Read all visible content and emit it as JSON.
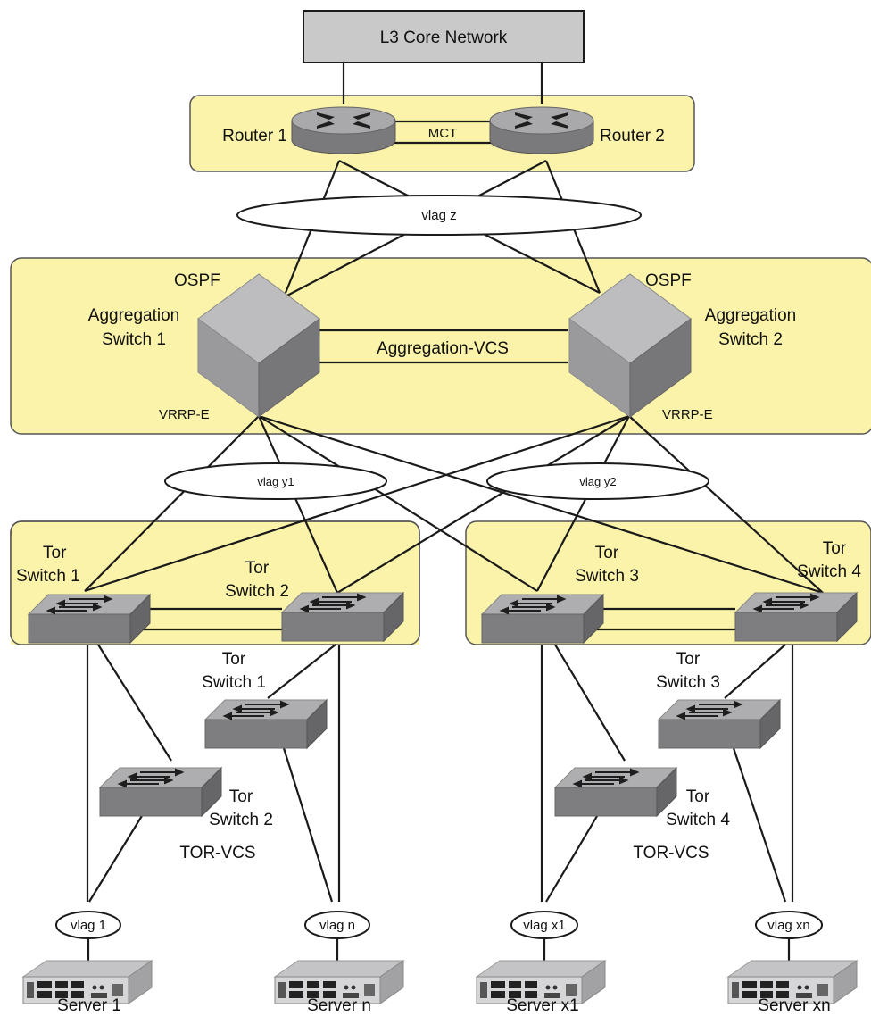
{
  "colors": {
    "zone_fill": "#faf3a9",
    "core_fill": "#c9c9c9",
    "device_dark": "#6f6f71",
    "device_mid": "#9b9b9d",
    "device_light": "#b9b9bb",
    "line": "#1a1a1a"
  },
  "core": {
    "label": "L3 Core Network"
  },
  "routers": {
    "r1_label": "Router 1",
    "r2_label": "Router 2",
    "mct_label": "MCT",
    "icon": "router-icon"
  },
  "vlags": {
    "z": "vlag z",
    "y1": "vlag y1",
    "y2": "vlag y2",
    "v1": "vlag 1",
    "vn": "vlag n",
    "vx1": "vlag x1",
    "vxn": "vlag xn"
  },
  "aggregation": {
    "left_protocol": "OSPF",
    "right_protocol": "OSPF",
    "left_name_line1": "Aggregation",
    "left_name_line2": "Switch 1",
    "right_name_line1": "Aggregation",
    "right_name_line2": "Switch 2",
    "vcs_label": "Aggregation-VCS",
    "left_vrrp": "VRRP-E",
    "right_vrrp": "VRRP-E",
    "icon": "aggregation-switch-cube-icon"
  },
  "tor_left": {
    "a_line1": "Tor",
    "a_line2": "Switch 1",
    "b_line1": "Tor",
    "b_line2": "Switch 2",
    "c_line1": "Tor",
    "c_line2": "Switch 1",
    "d_line1": "Tor",
    "d_line2": "Switch 2",
    "vcs_label": "TOR-VCS"
  },
  "tor_right": {
    "a_line1": "Tor",
    "a_line2": "Switch 3",
    "b_line1": "Tor",
    "b_line2": "Switch 4",
    "c_line1": "Tor",
    "c_line2": "Switch 3",
    "d_line1": "Tor",
    "d_line2": "Switch 4",
    "vcs_label": "TOR-VCS"
  },
  "servers": {
    "s1": "Server 1",
    "sn": "Server n",
    "sx1": "Server x1",
    "sxn": "Server xn",
    "icon": "server-icon"
  }
}
